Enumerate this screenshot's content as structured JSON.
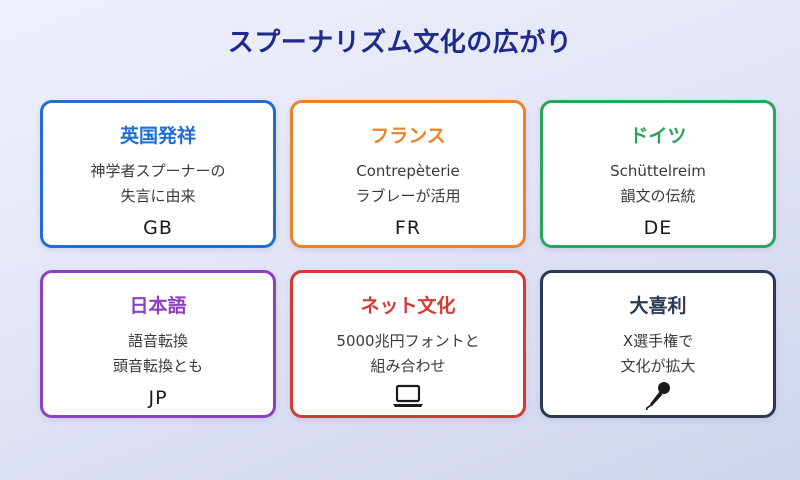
{
  "title": "スプーナリズム文化の広がり",
  "cards": [
    {
      "title": "英国発祥",
      "lines": [
        "神学者スプーナーの",
        "失言に由来"
      ],
      "code": "GB",
      "color": "#1f6fd1"
    },
    {
      "title": "フランス",
      "lines": [
        "Contrepèterie",
        "ラブレーが活用"
      ],
      "code": "FR",
      "color": "#e8832a"
    },
    {
      "title": "ドイツ",
      "lines": [
        "Schüttelreim",
        "韻文の伝統"
      ],
      "code": "DE",
      "color": "#27a55a"
    },
    {
      "title": "日本語",
      "lines": [
        "語音転換",
        "頭音転換とも"
      ],
      "code": "JP",
      "color": "#8e3fbf"
    },
    {
      "title": "ネット文化",
      "lines": [
        "5000兆円フォントと",
        "組み合わせ"
      ],
      "icon": "laptop-icon",
      "color": "#d23a32"
    },
    {
      "title": "大喜利",
      "lines": [
        "X選手権で",
        "文化が拡大"
      ],
      "icon": "microphone-icon",
      "color": "#2c3a55"
    }
  ]
}
